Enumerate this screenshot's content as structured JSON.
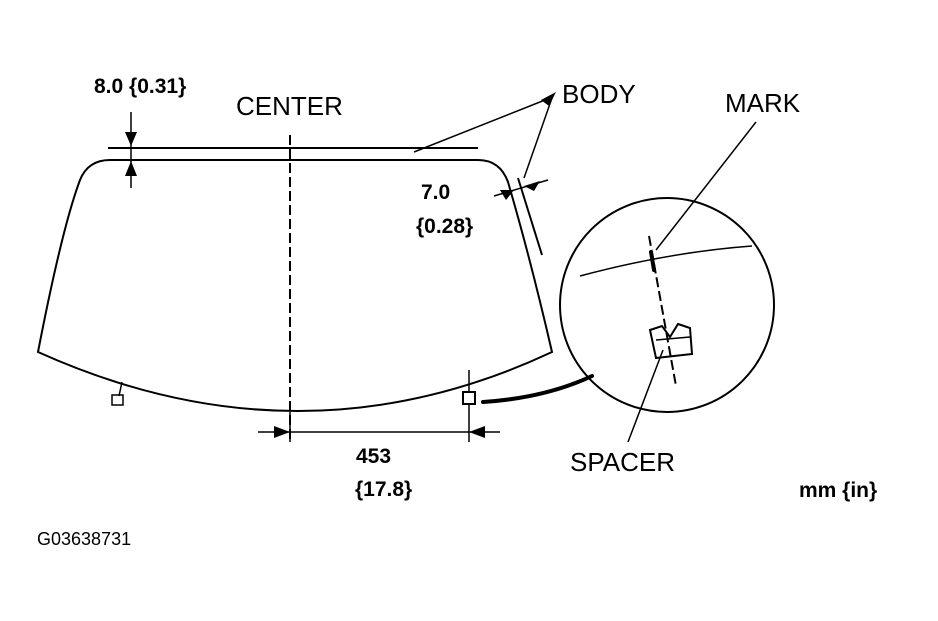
{
  "labels": {
    "center": "CENTER",
    "body": "BODY",
    "mark": "MARK",
    "spacer": "SPACER",
    "top_gap_dim": "8.0 {0.31}",
    "side_gap_dim": "7.0",
    "side_gap_dim_in": "{0.28}",
    "spacer_offset_dim": "453",
    "spacer_offset_dim_in": "{17.8}",
    "units": "mm {in}",
    "figure_id": "G03638731"
  }
}
